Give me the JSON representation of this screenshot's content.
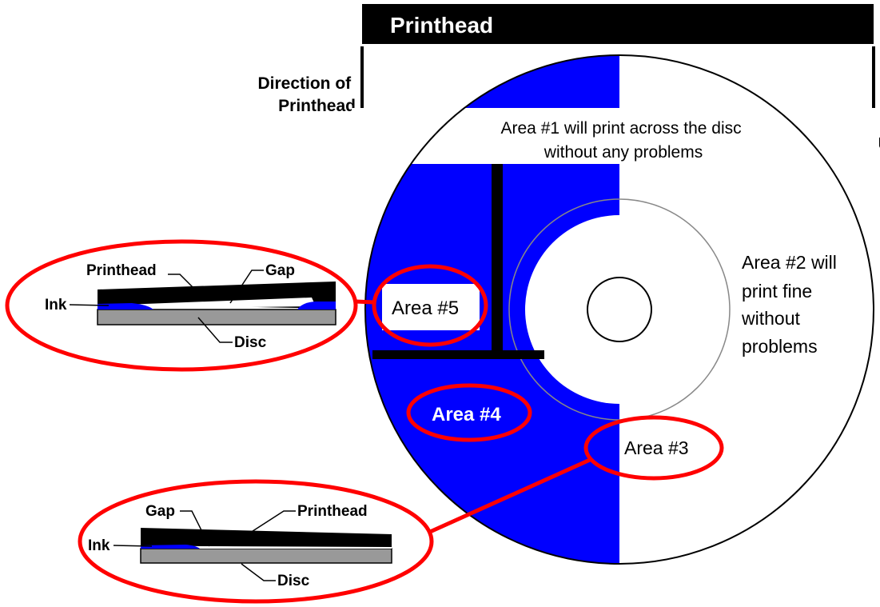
{
  "printhead_bar_label": "Printhead",
  "direction_label": [
    "Direction of",
    "Printhead"
  ],
  "area1": [
    "Area #1  will print across the disc",
    "without any problems"
  ],
  "area2": [
    "Area #2 will",
    "print fine",
    "without",
    "problems"
  ],
  "area3": "Area #3",
  "area4": "Area #4",
  "area5": "Area #5",
  "callout_upper": {
    "printhead": "Printhead",
    "gap": "Gap",
    "ink": "Ink",
    "disc": "Disc"
  },
  "callout_lower": {
    "gap": "Gap",
    "printhead": "Printhead",
    "ink": "Ink",
    "disc": "Disc"
  },
  "colors": {
    "ink_blue": "#0000ff",
    "highlight_red": "#ff0000",
    "disc_gray": "#999999",
    "outline": "#000000"
  }
}
